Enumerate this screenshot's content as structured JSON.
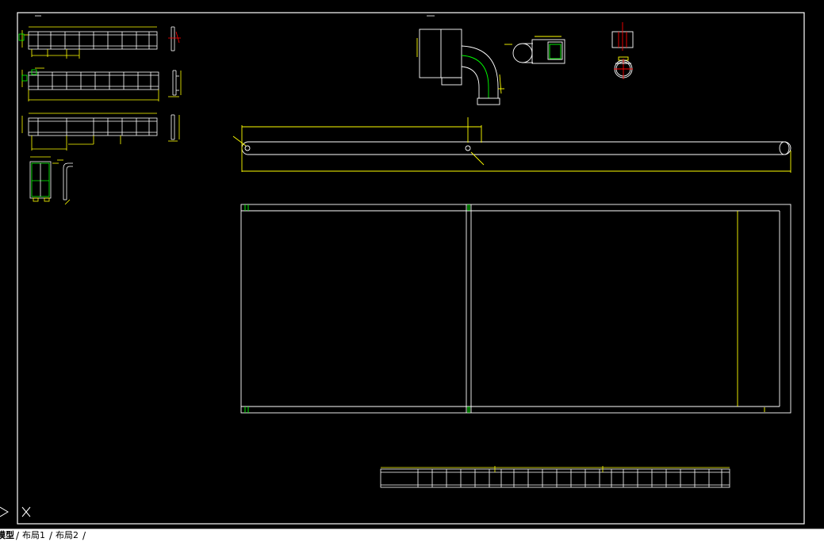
{
  "tabs": [
    {
      "label": "模型",
      "active": true
    },
    {
      "label": "布局1",
      "active": false
    },
    {
      "label": "布局2",
      "active": false
    }
  ],
  "colors": {
    "background": "#000000",
    "frame": "#ffffff",
    "dimension": "#ffff00",
    "accent_green": "#00ff00",
    "ucs_icon": "#ffffff"
  }
}
